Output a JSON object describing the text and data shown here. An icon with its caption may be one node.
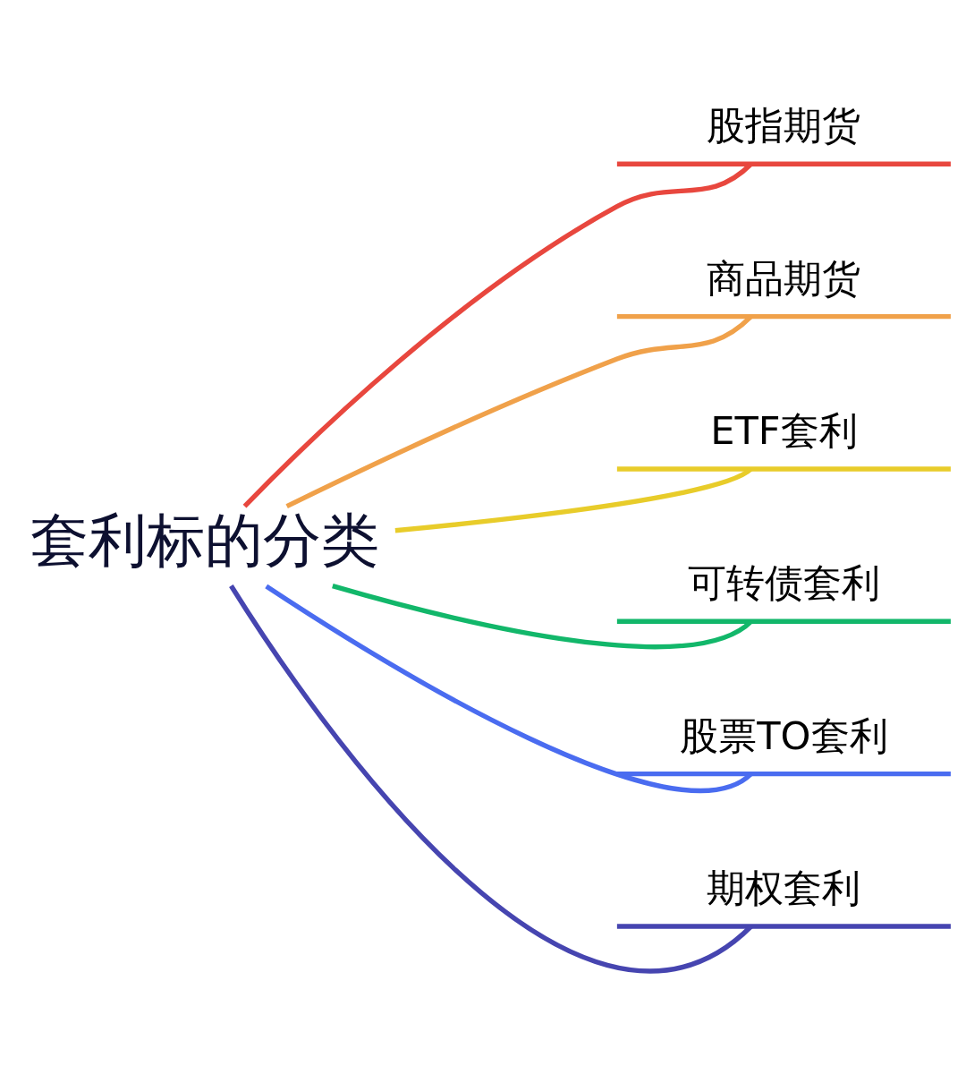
{
  "diagram": {
    "nodes": [
      {
        "text": [
          "套利标的分类"
        ]
      },
      {
        "text": [
          "股指期货"
        ]
      },
      {
        "text": [
          "商品期货"
        ]
      },
      {
        "text": [
          "ETF套利"
        ]
      },
      {
        "text": [
          "可转债套利"
        ]
      },
      {
        "text": [
          "股票TO套利"
        ]
      },
      {
        "text": [
          "期权套利"
        ]
      }
    ],
    "edges": [
      {
        "from": 0,
        "to": 1,
        "arrow": "none",
        "color": "#e8473e"
      },
      {
        "from": 0,
        "to": 2,
        "arrow": "none",
        "color": "#f0a14a"
      },
      {
        "from": 0,
        "to": 3,
        "arrow": "none",
        "color": "#e8cc2a"
      },
      {
        "from": 0,
        "to": 4,
        "arrow": "none",
        "color": "#12b76a"
      },
      {
        "from": 0,
        "to": 5,
        "arrow": "none",
        "color": "#4a6cf0"
      },
      {
        "from": 0,
        "to": 6,
        "arrow": "none",
        "color": "#4645b0"
      }
    ]
  }
}
